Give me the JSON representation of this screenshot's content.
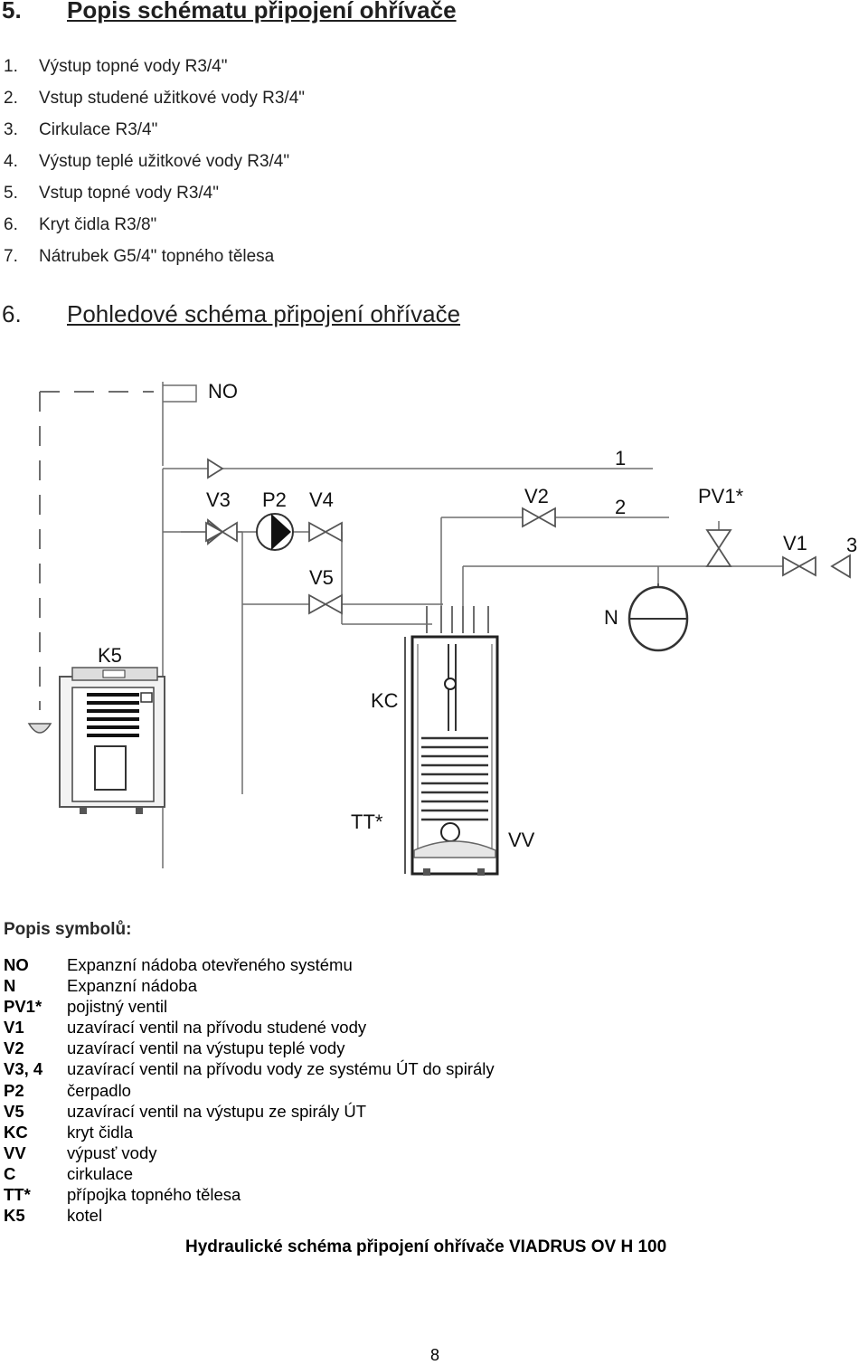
{
  "section5": {
    "number": "5.",
    "title": "Popis schématu připojení ohřívače",
    "items": [
      {
        "num": "1.",
        "text": "Výstup topné vody R3/4\""
      },
      {
        "num": "2.",
        "text": "Vstup studené užitkové vody R3/4\""
      },
      {
        "num": "3.",
        "text": "Cirkulace R3/4\""
      },
      {
        "num": "4.",
        "text": "Výstup teplé užitkové vody R3/4\""
      },
      {
        "num": "5.",
        "text": "Vstup topné vody R3/4\""
      },
      {
        "num": "6.",
        "text": "Kryt čidla R3/8\""
      },
      {
        "num": "7.",
        "text": "Nátrubek G5/4\" topného tělesa"
      }
    ]
  },
  "section6": {
    "number": "6.",
    "title": "Pohledové schéma připojení ohřívače"
  },
  "diagram_labels": {
    "NO": "NO",
    "one": "1",
    "two": "2",
    "three": "3",
    "V3": "V3",
    "P2": "P2",
    "V4": "V4",
    "V2": "V2",
    "PV1": "PV1*",
    "V1": "V1",
    "V5": "V5",
    "N": "N",
    "K5": "K5",
    "KC": "KC",
    "TT": "TT*",
    "VV": "VV"
  },
  "legend": {
    "title": "Popis symbolů:",
    "rows": [
      {
        "code": "NO",
        "desc": "Expanzní nádoba otevřeného systému"
      },
      {
        "code": "N",
        "desc": "Expanzní nádoba"
      },
      {
        "code": "PV1*",
        "desc": "pojistný ventil"
      },
      {
        "code": "V1",
        "desc": "uzavírací ventil na přívodu studené vody"
      },
      {
        "code": "V2",
        "desc": "uzavírací ventil na výstupu teplé vody"
      },
      {
        "code": "V3, 4",
        "desc": "uzavírací ventil na přívodu vody ze systému ÚT do spirály"
      },
      {
        "code": "P2",
        "desc": "čerpadlo"
      },
      {
        "code": "V5",
        "desc": "uzavírací ventil na výstupu ze spirály ÚT"
      },
      {
        "code": "KC",
        "desc": "kryt čidla"
      },
      {
        "code": "VV",
        "desc": "výpusť vody"
      },
      {
        "code": "C",
        "desc": "cirkulace"
      },
      {
        "code": "TT*",
        "desc": "přípojka topného tělesa"
      },
      {
        "code": "K5",
        "desc": "kotel"
      }
    ]
  },
  "caption": "Hydraulické schéma připojení ohřívače VIADRUS OV H 100",
  "page_number": "8"
}
